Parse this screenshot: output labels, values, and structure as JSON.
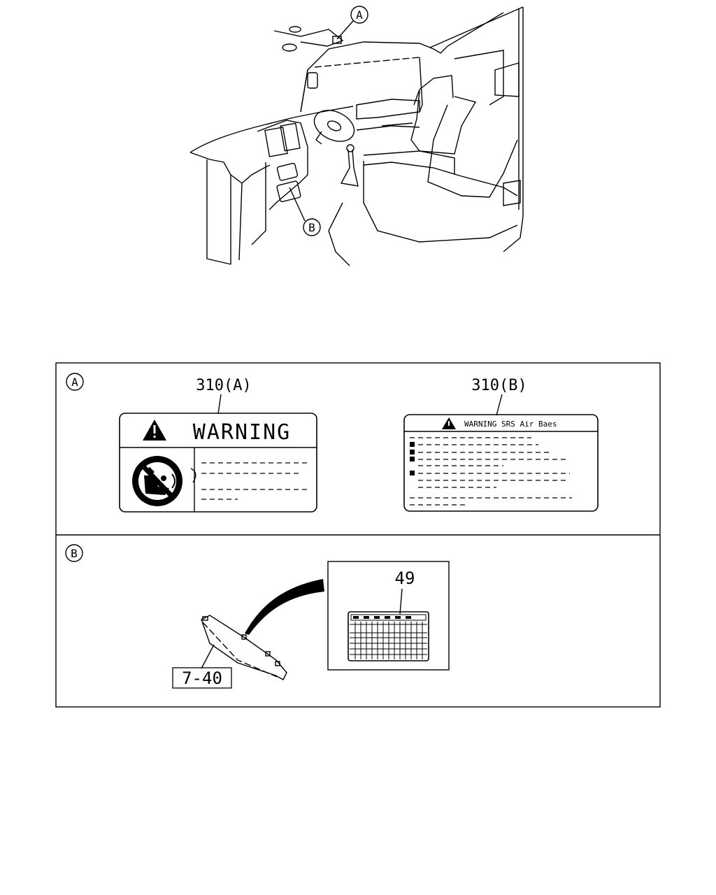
{
  "callouts": {
    "overview_a": "A",
    "overview_b": "B"
  },
  "panel_a": {
    "marker": "A",
    "label_left": {
      "part_number": "310(A)",
      "header_text": "WARNING"
    },
    "label_right": {
      "part_number": "310(B)",
      "header_text": "WARNING SRS Air Baes"
    }
  },
  "panel_b": {
    "marker": "B",
    "glovebox_part": "7-40",
    "plate_part": "49"
  }
}
